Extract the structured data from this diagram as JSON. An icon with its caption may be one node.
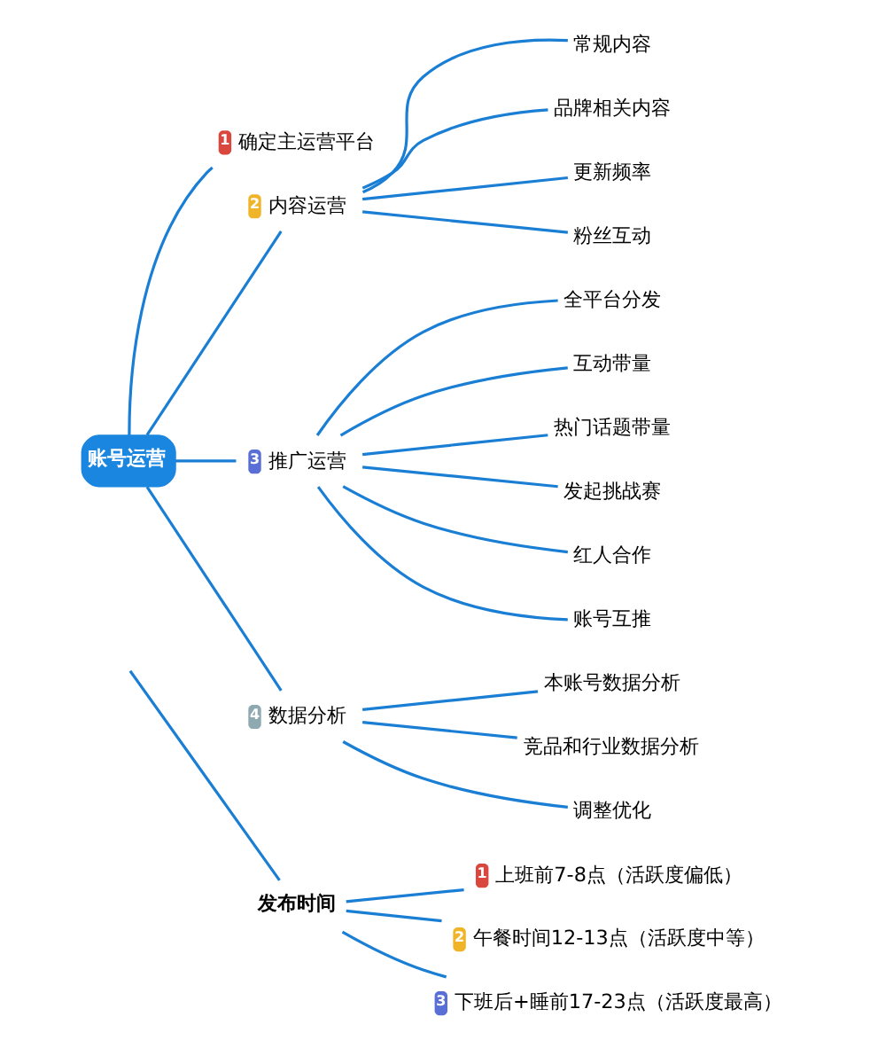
{
  "diagram": {
    "nodes": [
      {
        "text": [
          "账号运营"
        ]
      },
      {
        "text": [
          "1",
          "确定主运营平台"
        ]
      },
      {
        "text": [
          "2",
          "内容运营"
        ]
      },
      {
        "text": [
          "常规内容"
        ]
      },
      {
        "text": [
          "品牌相关内容"
        ]
      },
      {
        "text": [
          "更新频率"
        ]
      },
      {
        "text": [
          "粉丝互动"
        ]
      },
      {
        "text": [
          "3",
          "推广运营"
        ]
      },
      {
        "text": [
          "全平台分发"
        ]
      },
      {
        "text": [
          "互动带量"
        ]
      },
      {
        "text": [
          "热门话题带量"
        ]
      },
      {
        "text": [
          "发起挑战赛"
        ]
      },
      {
        "text": [
          "红人合作"
        ]
      },
      {
        "text": [
          "账号互推"
        ]
      },
      {
        "text": [
          "4",
          "数据分析"
        ]
      },
      {
        "text": [
          "本账号数据分析"
        ]
      },
      {
        "text": [
          "竞品和行业数据分析"
        ]
      },
      {
        "text": [
          "调整优化"
        ]
      },
      {
        "text": [
          "发布时间"
        ]
      },
      {
        "text": [
          "1",
          "上班前7-8点（活跃度偏低）"
        ]
      },
      {
        "text": [
          "2",
          "午餐时间12-13点（活跃度中等）"
        ]
      },
      {
        "text": [
          "3",
          "下班后+睡前17-23点（活跃度最高）"
        ]
      }
    ],
    "edges": [
      {
        "from": 0,
        "to": 1,
        "arrow": "none"
      },
      {
        "from": 0,
        "to": 2,
        "arrow": "none"
      },
      {
        "from": 2,
        "to": 3,
        "arrow": "none"
      },
      {
        "from": 2,
        "to": 4,
        "arrow": "none"
      },
      {
        "from": 2,
        "to": 5,
        "arrow": "none"
      },
      {
        "from": 2,
        "to": 6,
        "arrow": "none"
      },
      {
        "from": 0,
        "to": 7,
        "arrow": "none"
      },
      {
        "from": 7,
        "to": 8,
        "arrow": "none"
      },
      {
        "from": 7,
        "to": 9,
        "arrow": "none"
      },
      {
        "from": 7,
        "to": 10,
        "arrow": "none"
      },
      {
        "from": 7,
        "to": 11,
        "arrow": "none"
      },
      {
        "from": 7,
        "to": 12,
        "arrow": "none"
      },
      {
        "from": 7,
        "to": 13,
        "arrow": "none"
      },
      {
        "from": 0,
        "to": 14,
        "arrow": "none"
      },
      {
        "from": 14,
        "to": 15,
        "arrow": "none"
      },
      {
        "from": 14,
        "to": 16,
        "arrow": "none"
      },
      {
        "from": 14,
        "to": 17,
        "arrow": "none"
      },
      {
        "from": null,
        "to": 18,
        "arrow": "none"
      },
      {
        "from": 18,
        "to": 19,
        "arrow": "none"
      },
      {
        "from": 18,
        "to": 20,
        "arrow": "none"
      },
      {
        "from": 18,
        "to": 21,
        "arrow": "none"
      }
    ]
  }
}
